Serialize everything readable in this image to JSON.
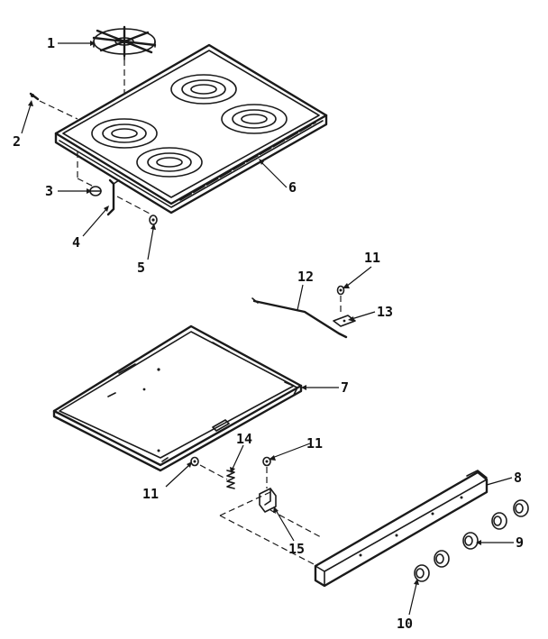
{
  "diagram": {
    "callouts": [
      {
        "id": "c1",
        "text": "1"
      },
      {
        "id": "c2",
        "text": "2"
      },
      {
        "id": "c3",
        "text": "3"
      },
      {
        "id": "c4",
        "text": "4"
      },
      {
        "id": "c5",
        "text": "5"
      },
      {
        "id": "c6",
        "text": "6"
      },
      {
        "id": "c7",
        "text": "7"
      },
      {
        "id": "c8",
        "text": "8"
      },
      {
        "id": "c9",
        "text": "9"
      },
      {
        "id": "c10",
        "text": "10"
      },
      {
        "id": "c11a",
        "text": "11"
      },
      {
        "id": "c11b",
        "text": "11"
      },
      {
        "id": "c11c",
        "text": "11"
      },
      {
        "id": "c12",
        "text": "12"
      },
      {
        "id": "c13",
        "text": "13"
      },
      {
        "id": "c14",
        "text": "14"
      },
      {
        "id": "c15",
        "text": "15"
      }
    ]
  }
}
